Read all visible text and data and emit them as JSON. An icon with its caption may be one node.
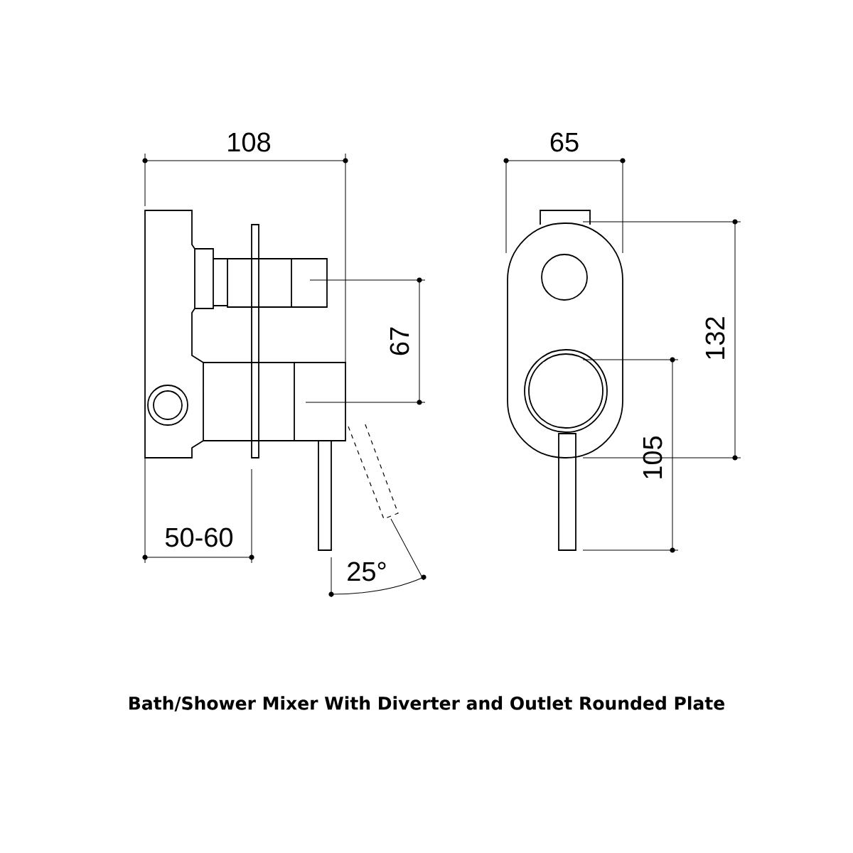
{
  "diagram": {
    "caption": "Bath/Shower Mixer With Diverter and Outlet Rounded Plate",
    "labels": [
      "108",
      "65",
      "67",
      "132",
      "105",
      "50-60",
      "25°"
    ]
  }
}
